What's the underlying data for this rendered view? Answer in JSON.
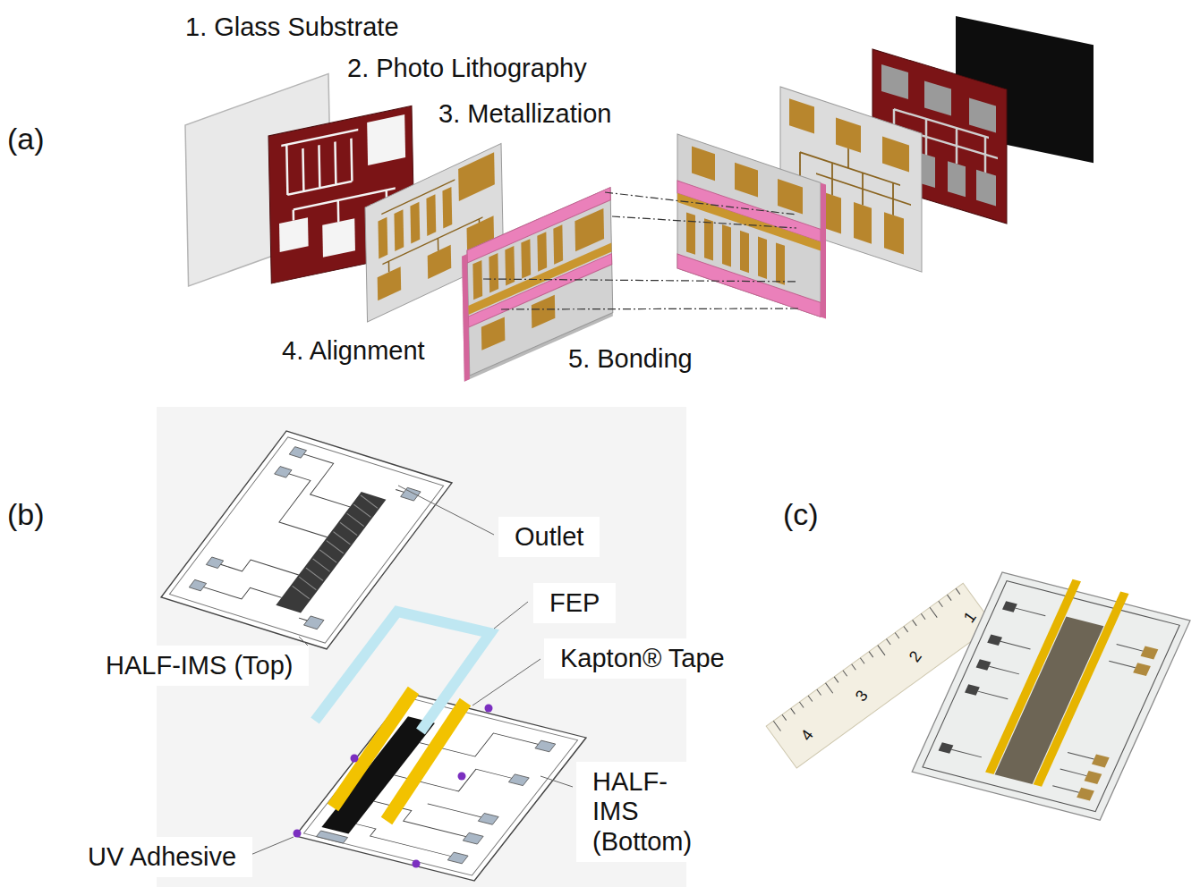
{
  "diagram": {
    "labels": [
      "(a)",
      "1. Glass Substrate",
      "2. Photo Lithography",
      "3. Metallization",
      "4. Alignment",
      "5. Bonding",
      "(b)",
      "Outlet",
      "FEP",
      "HALF-IMS (Top)",
      "Kapton® Tape",
      "HALF-IMS (Bottom)",
      "UV Adhesive",
      "(c)",
      "4",
      "3",
      "2",
      "1"
    ]
  }
}
